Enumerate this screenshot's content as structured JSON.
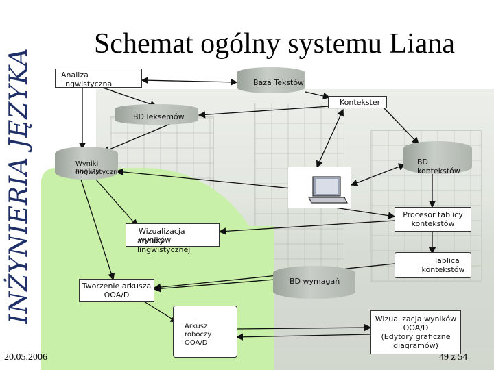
{
  "slide": {
    "vertical_title": "INŻYNIERIA JĘZYKA",
    "title": "Schemat ogólny systemu Liana",
    "date": "20.05.2006",
    "page": "49 z 54"
  },
  "nodes": {
    "analiza": "Analiza lingwistyczna",
    "baza_tekstow": "Baza Tekstów",
    "kontekster": "Kontekster",
    "bd_leksemow": "BD leksemów",
    "wyniki_l1": "Wyniki analizy",
    "wyniki_l2": "lingwistycznej",
    "bd_kontekstow": "BD kontekstów",
    "procesor_l1": "Procesor tablicy",
    "procesor_l2": "kontekstów",
    "wizualizacja_analizy_l1": "Wizualizacja wyników",
    "wizualizacja_analizy_l2": "analizy lingwistycznej",
    "tablica_l1": "Tablica",
    "tablica_l2": "kontekstów",
    "bd_wymagan": "BD wymagań",
    "tworzenie_l1": "Tworzenie arkusza",
    "tworzenie_l2": "OOA/D",
    "arkusz_l1": "Arkusz",
    "arkusz_l2": "roboczy",
    "arkusz_l3": "OOA/D",
    "wizualizacja_ooad_l1": "Wizualizacja wyników",
    "wizualizacja_ooad_l2": "OOA/D",
    "wizualizacja_ooad_l3": "(Edytory graficzne",
    "wizualizacja_ooad_l4": "diagramów)"
  },
  "colors": {
    "title_blue": "#1f2f67",
    "green_shape": "#c9f0a8",
    "cylinder_gray": "#b7bdb6"
  },
  "icons": [
    "laptop-icon"
  ]
}
